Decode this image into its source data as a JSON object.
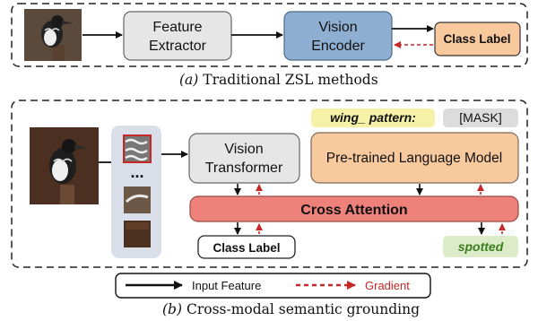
{
  "panel_a": {
    "boxes": {
      "feature_extractor": [
        "Feature",
        "Extractor"
      ],
      "vision_encoder": [
        "Vision",
        "Encoder"
      ],
      "class_label": "Class Label"
    },
    "caption_prefix": "(a)",
    "caption_text": "Traditional ZSL methods"
  },
  "panel_b": {
    "vision_transformer": [
      "Vision",
      "Transformer"
    ],
    "language_model": "Pre-trained Language Model",
    "prompt": "wing_ pattern:",
    "mask": "[MASK]",
    "cross_attention": "Cross Attention",
    "class_label": "Class Label",
    "answer": "spotted",
    "ellipsis": "...",
    "caption_prefix": "(b)",
    "caption_text": "Cross-modal semantic grounding"
  },
  "legend": {
    "input_feature": "Input Feature",
    "gradient": "Gradient"
  },
  "colors": {
    "feature_box": "#e6e6e6",
    "vision_encoder": "#8eafd2",
    "class_label_a": "#f7c99d",
    "language_model": "#f7c99d",
    "cross_attention": "#ee827a",
    "prompt_bg": "#f5f1a6",
    "mask_bg": "#dcdcdc",
    "answer_bg": "#dcecc8",
    "answer_text": "#3a7d1e",
    "patch_column": "#d9dee8",
    "gradient": "#c62828"
  }
}
